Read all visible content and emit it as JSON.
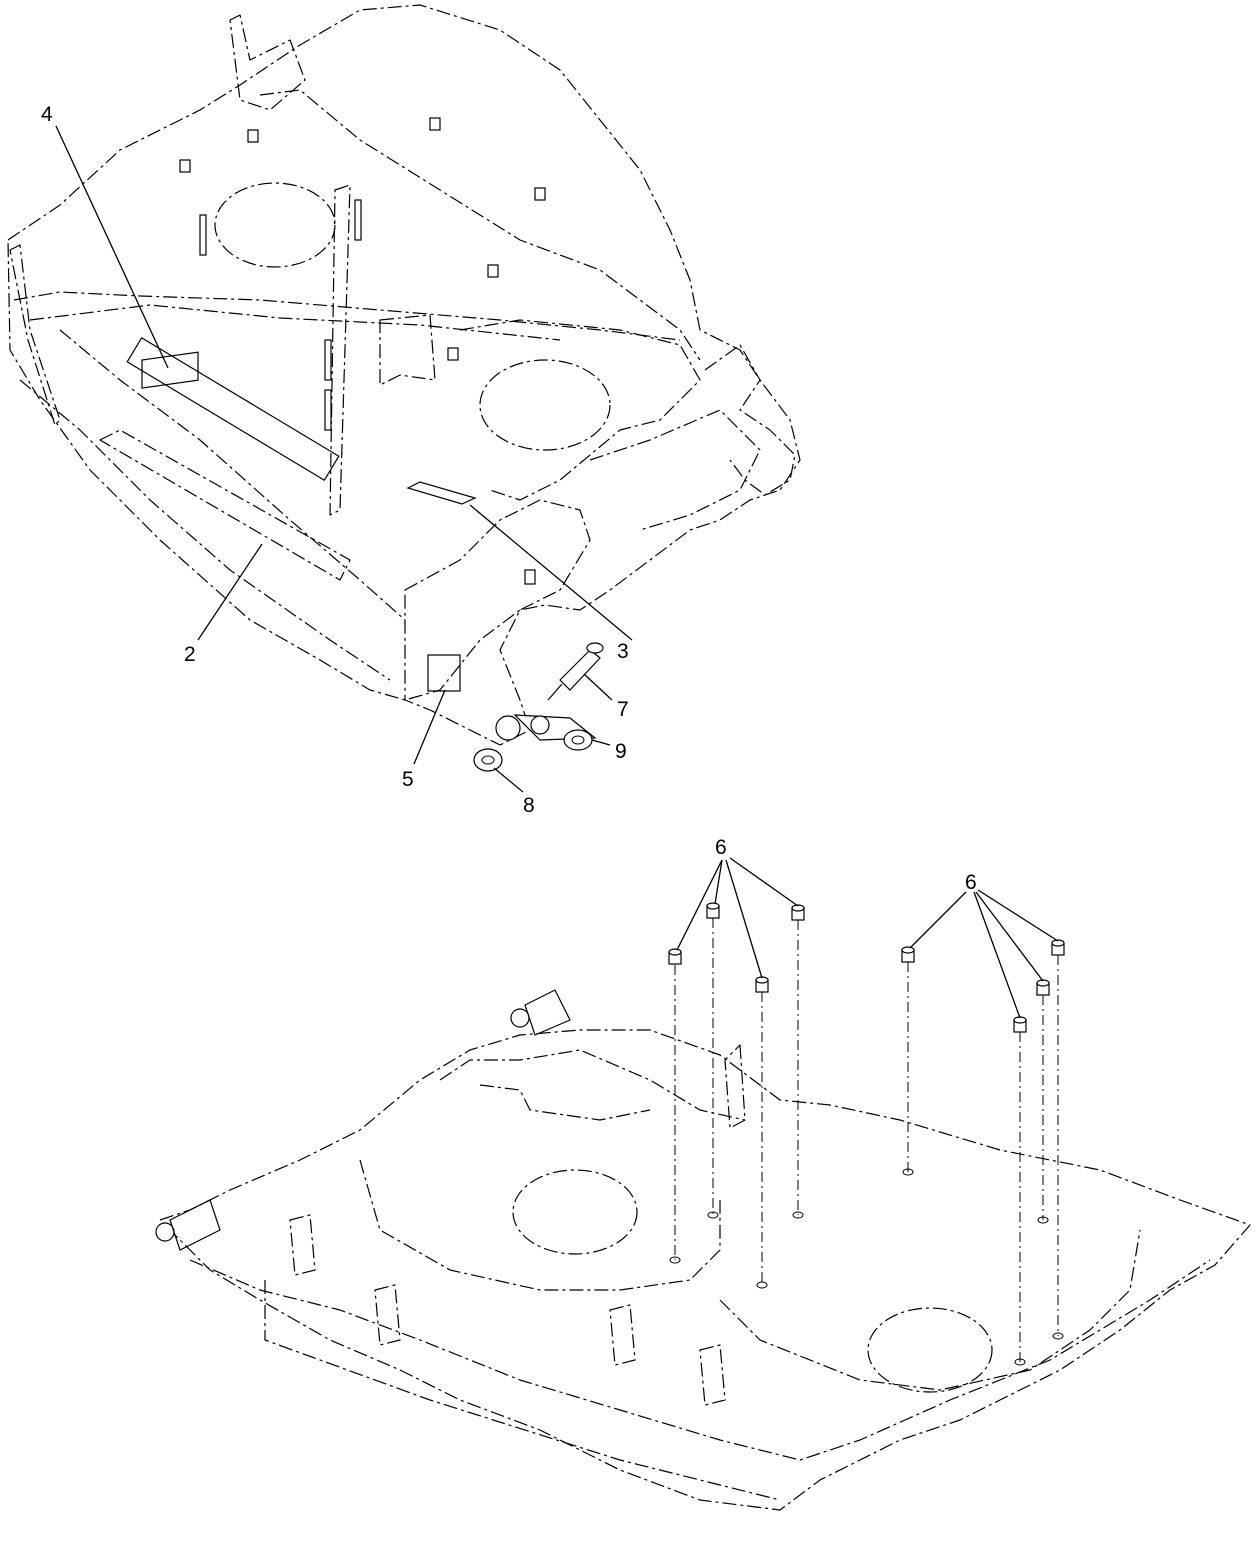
{
  "callouts": {
    "c2": "2",
    "c3": "3",
    "c4": "4",
    "c5": "5",
    "c6a": "6",
    "c6b": "6",
    "c7": "7",
    "c8": "8",
    "c9": "9"
  }
}
